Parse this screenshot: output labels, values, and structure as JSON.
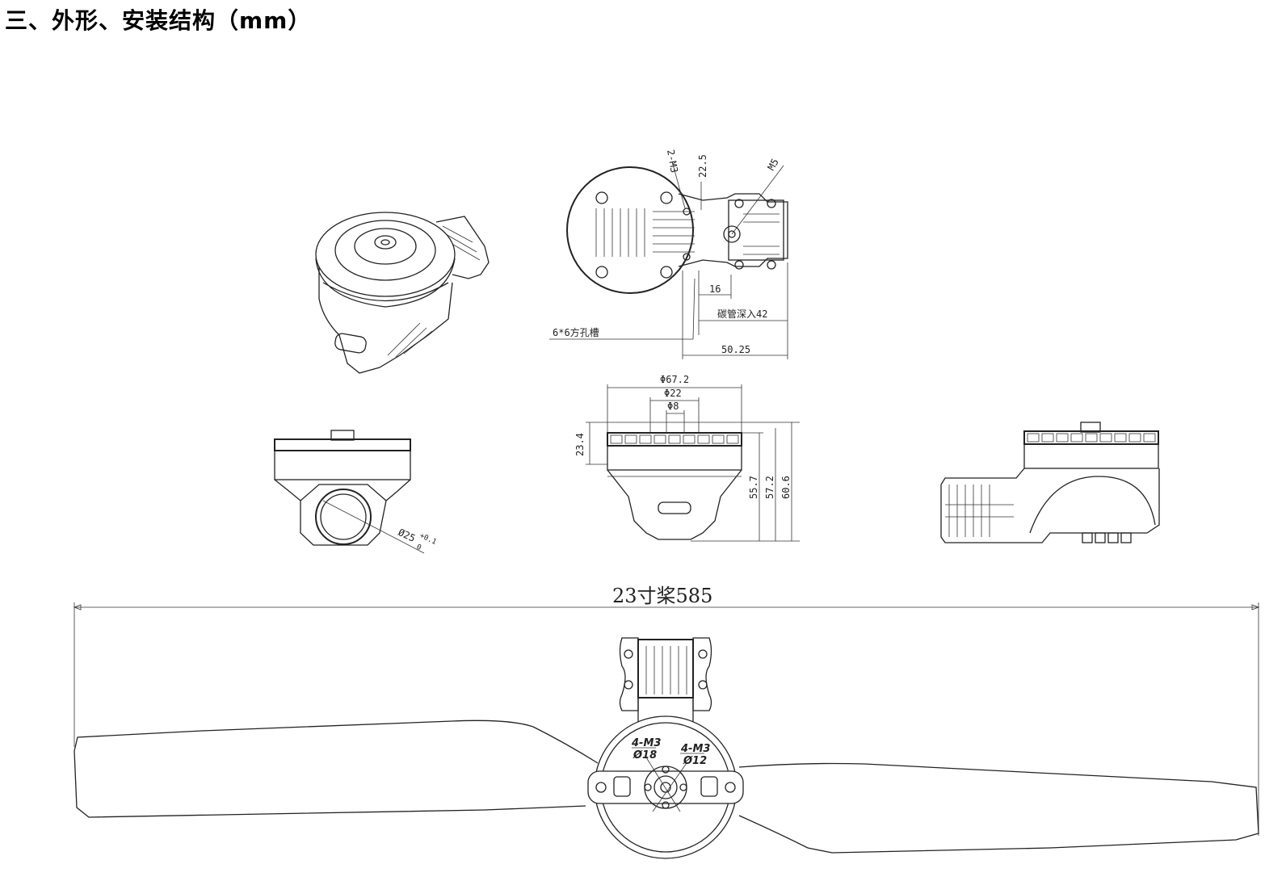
{
  "heading": "三、外形、安装结构（mm）",
  "top_view": {
    "bolt_label": "2-M3",
    "dim_22_5": "22.5",
    "thread_label": "M5",
    "dim_16": "16",
    "tube_depth": "碳管深入42",
    "slot_label": "6*6方孔槽",
    "dim_50_25": "50.25"
  },
  "front_view": {
    "d_67_2": "Φ67.2",
    "d_22": "Φ22",
    "d_8": "Φ8",
    "h_23_4": "23.4",
    "h_55_7": "55.7",
    "h_57_2": "57.2",
    "h_60_6": "60.6"
  },
  "end_view": {
    "tube_dia": "Ø25",
    "tol_upper": "+0.1",
    "tol_lower": "0"
  },
  "propeller_view": {
    "span_label": "23寸桨585",
    "hole_a": "4-M3",
    "hole_a_dia": "Ø18",
    "hole_b": "4-M3",
    "hole_b_dia": "Ø12"
  }
}
